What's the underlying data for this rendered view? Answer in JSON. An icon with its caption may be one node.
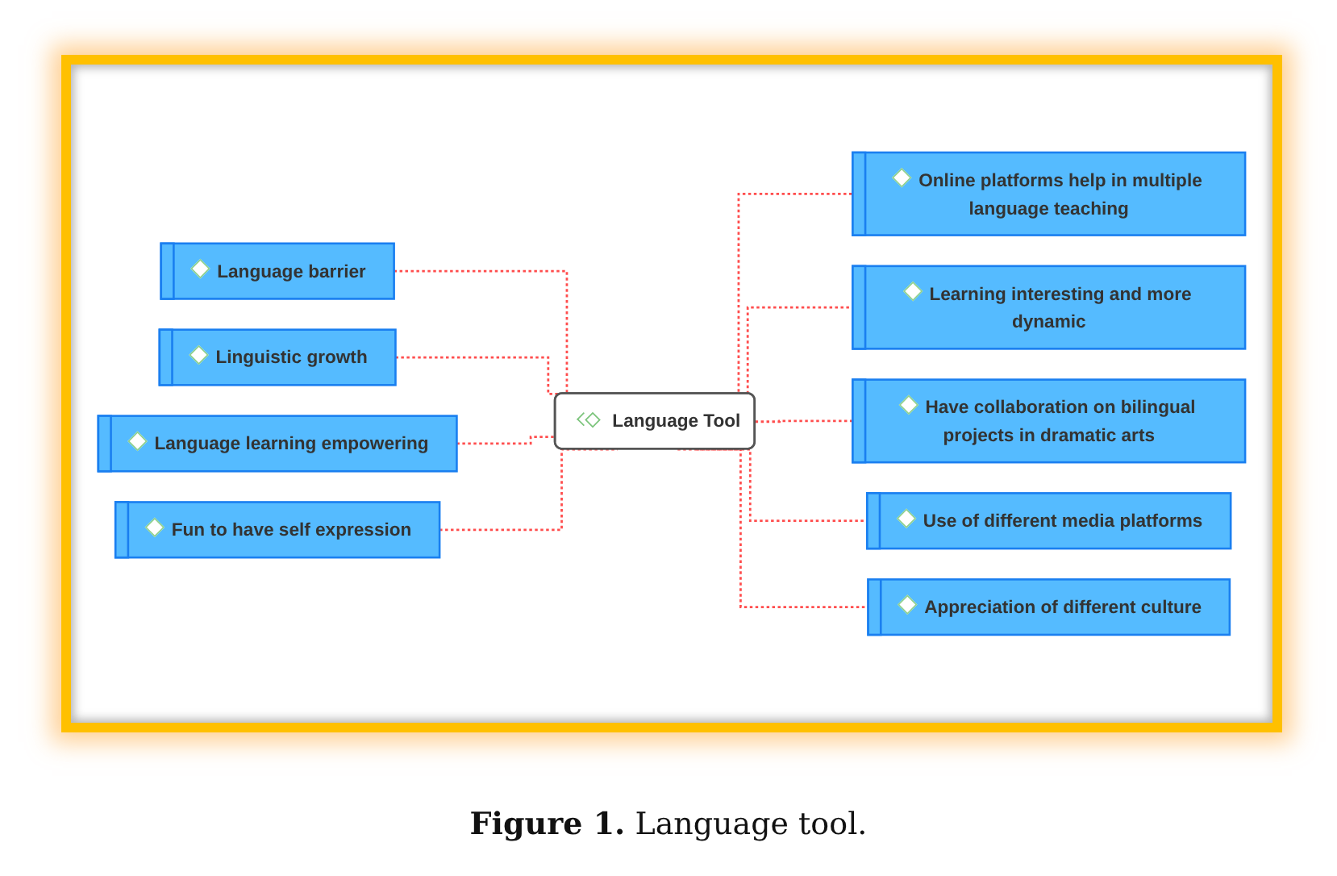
{
  "diagram": {
    "caption": "**Figure 1.** Language tool.",
    "nodes": [
      {
        "text": [
          "Language barrier"
        ]
      },
      {
        "text": [
          "Linguistic growth"
        ]
      },
      {
        "text": [
          "Language Tool"
        ]
      },
      {
        "text": [
          "Online platforms help in multiple language teaching"
        ]
      },
      {
        "text": [
          "Language learning empowering"
        ]
      },
      {
        "text": [
          "Learning interesting and more dynamic"
        ]
      },
      {
        "text": [
          "Fun to have self expression"
        ]
      },
      {
        "text": [
          "Have collaboration on bilingual projects in dramatic arts"
        ]
      },
      {
        "text": [
          "Use of different media platforms"
        ]
      },
      {
        "text": [
          "Appreciation of different culture"
        ]
      }
    ],
    "edges": [
      {
        "from": 0,
        "to": 2,
        "arrow": "none",
        "style": "dashed"
      },
      {
        "from": 1,
        "to": 2,
        "arrow": "none",
        "style": "dashed"
      },
      {
        "from": 2,
        "to": 3,
        "arrow": "none",
        "style": "dashed"
      },
      {
        "from": 4,
        "to": 2,
        "arrow": "none",
        "style": "dashed"
      },
      {
        "from": 2,
        "to": 5,
        "arrow": "none",
        "style": "dashed"
      },
      {
        "from": 6,
        "to": 2,
        "arrow": "none",
        "style": "dashed"
      },
      {
        "from": 2,
        "to": 7,
        "arrow": "none",
        "style": "dashed"
      },
      {
        "from": 2,
        "to": 8,
        "arrow": "none",
        "style": "dashed"
      },
      {
        "from": 2,
        "to": 9,
        "arrow": "none",
        "style": "dashed"
      }
    ]
  }
}
